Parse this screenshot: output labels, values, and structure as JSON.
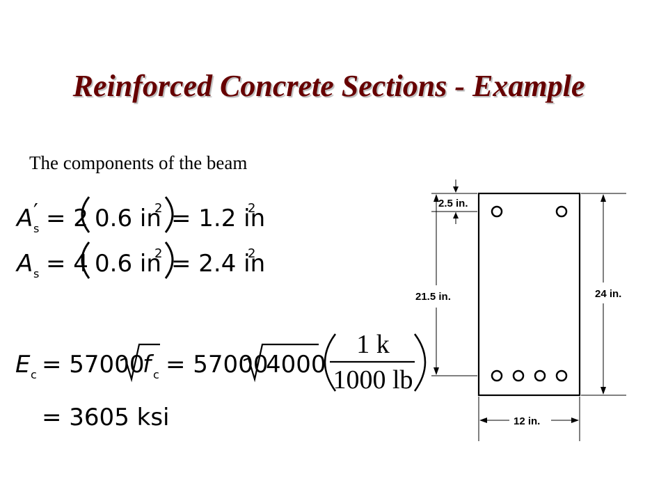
{
  "slide": {
    "title": "Reinforced Concrete Sections - Example",
    "subtitle": "The components of the beam"
  },
  "equations": {
    "as_prime": {
      "symbol": "A",
      "prime": "′",
      "sub": "s",
      "rhs": "= 2",
      "inner": "0.6 in",
      "inner_exp": "2",
      "result": "= 1.2 in",
      "result_exp": "2"
    },
    "as": {
      "symbol": "A",
      "sub": "s",
      "rhs": "= 4",
      "inner": "0.6 in",
      "inner_exp": "2",
      "result": "= 2.4 in",
      "result_exp": "2"
    },
    "ec": {
      "symbol": "E",
      "sub": "c",
      "eq1": "= 57000",
      "f": "f",
      "f_sub": "c",
      "eq2": "= 57000",
      "sqrt_val": "4000",
      "numerator": "1 k",
      "denominator": "1000 lb",
      "result": "= 3605 ksi"
    }
  },
  "diagram": {
    "cover_label": "2.5 in.",
    "depth_label": "21.5 in.",
    "height_label": "24 in.",
    "width_label": "12 in.",
    "top_bar_count": 2,
    "bottom_bar_count": 4
  }
}
